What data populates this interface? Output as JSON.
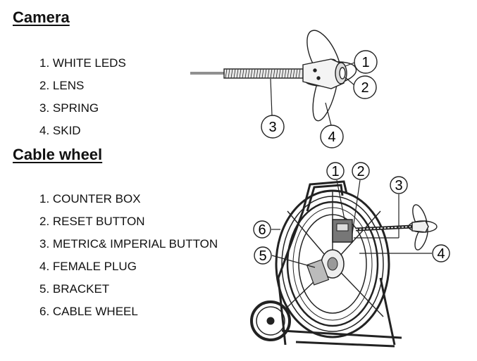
{
  "camera": {
    "heading": "Camera",
    "items": [
      "1. WHITE LEDS",
      "2. LENS",
      "3. SPRING",
      "4. SKID"
    ],
    "callouts": [
      "1",
      "2",
      "3",
      "4"
    ]
  },
  "cable_wheel": {
    "heading": "Cable wheel",
    "items": [
      "1. COUNTER BOX",
      "2. RESET BUTTON",
      "3. METRIC& IMPERIAL BUTTON",
      "4. FEMALE PLUG",
      "5. BRACKET",
      "6. CABLE WHEEL"
    ],
    "callouts": [
      "1",
      "2",
      "3",
      "4",
      "5",
      "6"
    ]
  }
}
